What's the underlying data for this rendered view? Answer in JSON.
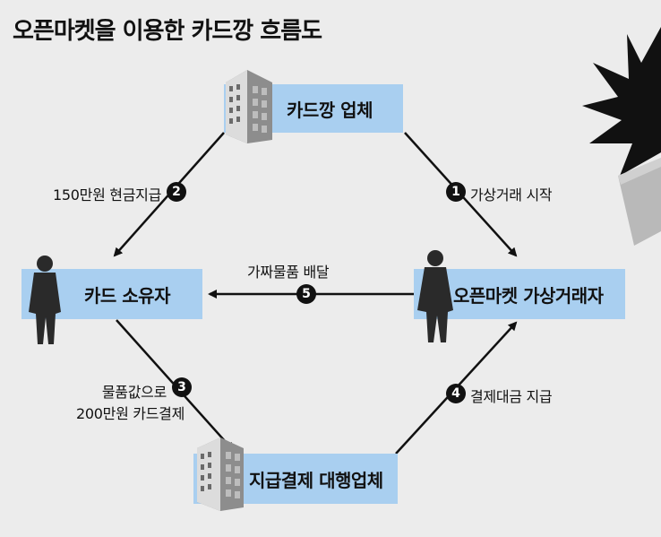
{
  "title": "오픈마켓을 이용한 카드깡 흐름도",
  "nodes": {
    "card_kkang": "카드깡 업체",
    "card_owner": "카드 소유자",
    "open_market": "오픈마켓 가상거래자",
    "payment_agency": "지급결제 대행업체"
  },
  "steps": [
    {
      "num": "1",
      "label": "가상거래 시작"
    },
    {
      "num": "2",
      "label": "150만원 현금지급"
    },
    {
      "num": "3",
      "label_line1": "물품값으로",
      "label_line2": "200만원 카드결제"
    },
    {
      "num": "4",
      "label": "결제대금 지급"
    },
    {
      "num": "5",
      "label": "가짜물품 배달"
    }
  ],
  "colors": {
    "node_fill": "#a9cff0",
    "background": "#ececec",
    "arrow": "#111111",
    "badge": "#111111",
    "card": "#b7b7b7"
  },
  "icons": [
    "office-building-icon",
    "person-silhouette-icon",
    "credit-card-icon",
    "burst-icon"
  ]
}
